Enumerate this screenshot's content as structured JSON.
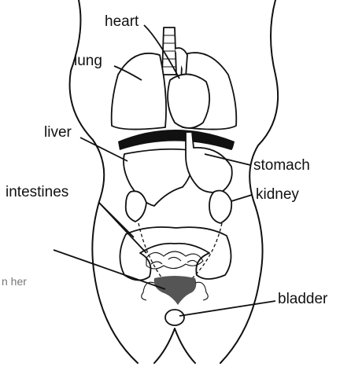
{
  "labels": {
    "heart": "heart",
    "lung": "lung",
    "liver": "liver",
    "stomach": "stomach",
    "intestines": "intestines",
    "kidney": "kidney",
    "bladder": "bladder",
    "partial_text": "n her"
  },
  "colors": {
    "line": "#111111",
    "uterus_fill": "#555555",
    "background": "#ffffff"
  }
}
